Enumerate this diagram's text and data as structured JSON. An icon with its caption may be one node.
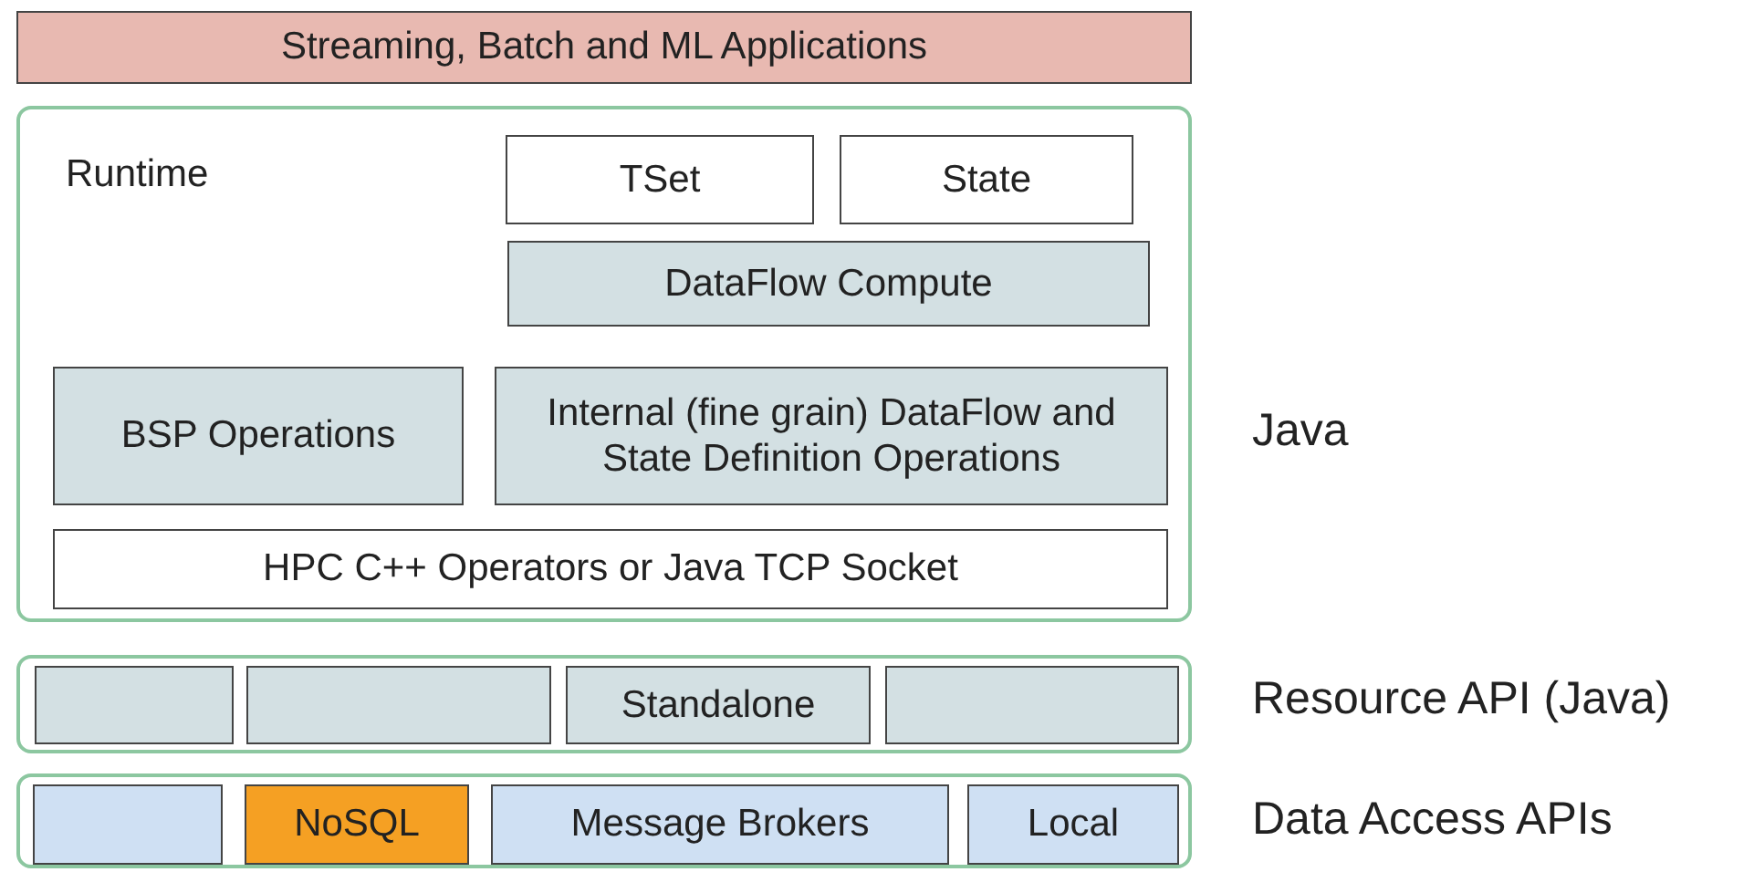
{
  "diagram": {
    "nodes": [
      {
        "text": [
          "Streaming, Batch and ML Applications"
        ]
      },
      {
        "text": [
          "Runtime"
        ],
        "beside": [
          "Java"
        ]
      },
      {
        "text": [
          "TSet"
        ],
        "in": 1
      },
      {
        "text": [
          "State"
        ],
        "in": 1
      },
      {
        "text": [
          "DataFlow Compute"
        ],
        "in": 1
      },
      {
        "text": [
          "BSP Operations"
        ],
        "in": 1
      },
      {
        "text": [
          "Internal (fine grain) DataFlow and State Definition Operations"
        ],
        "in": 1
      },
      {
        "text": [
          "HPC C++ Operators or Java TCP Socket"
        ],
        "in": 1
      },
      {
        "text": [],
        "shape": "box",
        "beside": [
          "Resource API (Java)"
        ]
      },
      {
        "text": [],
        "shape": "box",
        "in": 8
      },
      {
        "text": [],
        "shape": "box",
        "in": 8
      },
      {
        "text": [
          "Standalone"
        ],
        "in": 8
      },
      {
        "text": [],
        "shape": "box",
        "in": 8
      },
      {
        "text": [],
        "shape": "box",
        "beside": [
          "Data Access APIs"
        ]
      },
      {
        "text": [],
        "shape": "box",
        "in": 13
      },
      {
        "text": [
          "NoSQL"
        ],
        "in": 13
      },
      {
        "text": [
          "Message Brokers"
        ],
        "in": 13
      },
      {
        "text": [
          "Local"
        ],
        "in": 13
      }
    ],
    "edges": []
  }
}
